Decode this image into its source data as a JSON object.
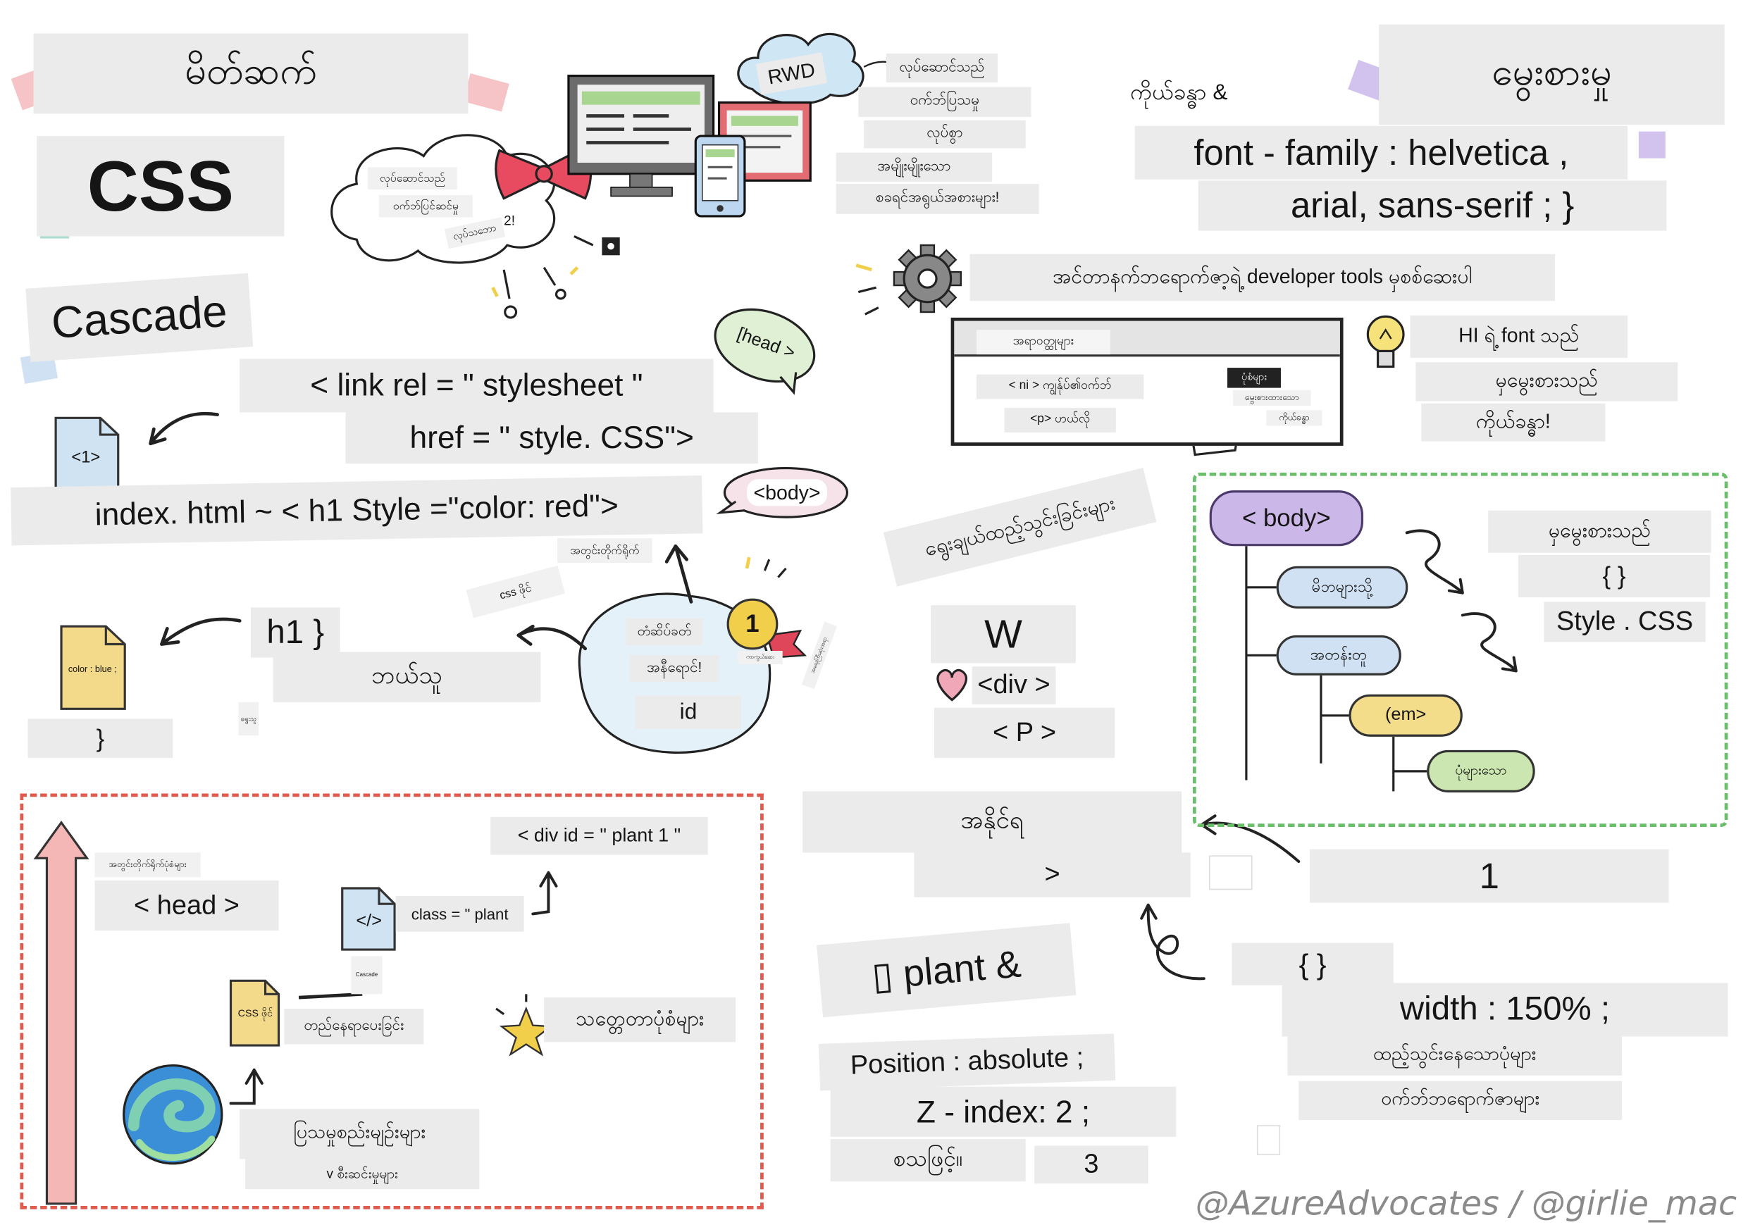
{
  "intro": {
    "title": "မိတ်ဆက်",
    "css": "CSS"
  },
  "rwd": {
    "label": "RWD",
    "cloud_notes": [
      "လုပ်ဆောင်သည်",
      "ဝက်ဘ်ပြင်ဆင်မှု",
      "လုပ်သဘော",
      "2!"
    ],
    "notes": [
      "လုပ်ဆောင်သည်",
      "ဝက်ဘ်ပြသမှု",
      "လုပ်စွာ",
      "အမျိုးမျိုးသော",
      "စခရင်အရွယ်အစားများ!"
    ]
  },
  "cascade": {
    "heading": "Cascade",
    "link_line1": "< link rel = \" stylesheet \"",
    "link_line2": "href = \" style. CSS\">",
    "inline_line": "index. html ~ < h1 Style =\"color: red\">",
    "doc_label": "<1>",
    "head_bubble": "[head >",
    "body_bubble": "<body>",
    "selector": "h1 }",
    "who": "ဘယ်သူ",
    "css_doc_label": "color : blue ;",
    "close_brace": "}",
    "tiny_note": "ရွေးသူ",
    "css_file_tag": "css ဖိုင်",
    "inline_tag": "အတွင်းတိုက်ရိုက်",
    "stamp": "တံဆိပ်ခတ်",
    "red": "အနီရောင်!",
    "id": "id",
    "medal": "1",
    "medal_note": "ကာကွယ်ဆေး",
    "ribbon_note": "အရေးကြီးဆုံးအရာ"
  },
  "inheritance": {
    "body_label": "ကိုယ်ခန္ဓာ &",
    "title": "မွေးစားမှု",
    "font_line1": "font - family : helvetica ,",
    "font_line2": "arial, sans-serif ; }",
    "devtools_tip": "အင်တာနက်ဘရောက်ဇာ့ရဲ့ developer tools မှစစ်ဆေးပါ",
    "devtools": {
      "elements": "အရာဝတ္ထုများ",
      "line1": "< ni > ကျွန်ုပ်၏ဝက်ဘ်",
      "line2": "<p> ဟယ်လို",
      "styles": "ပုံစံများ",
      "inherited": "မွေးစားထားသော",
      "body": "ကိုယ်ခန္ဓာ"
    },
    "note1": "HI ရဲ့ font သည်",
    "note2": "မှမွေးစားသည်",
    "note3": "ကိုယ်ခန္ဓာ!"
  },
  "selectors": {
    "title": "ရွေးချယ်ထည့်သွင်းခြင်းများ",
    "w": "W",
    "div": "<div >",
    "p": "< P >",
    "tree": {
      "body": "< body>",
      "parents": "မိဘများသို့",
      "siblings": "အတန်းတူ",
      "em": "(em>",
      "children": "ပုံများသော"
    },
    "inherits": "မှမွေးစားသည်",
    "braces": "{ }",
    "style_css": "Style . CSS"
  },
  "positioning": {
    "winner": "အနိုင်ရ",
    "gt": ">",
    "one": "1",
    "plant": "▯ plant &",
    "braces": "{ }",
    "width": "width : 150% ;",
    "inserted": "ထည့်သွင်းနေသောပုံများ",
    "browsers": "ဝက်ဘ်ဘရောက်ဇာများ",
    "position": "Position : absolute ;",
    "zindex": "Z - index: 2 ;",
    "etc": "စသဖြင့်။",
    "three": "3"
  },
  "layout_box": {
    "inline_styles": "အတွင်းတိုက်ရိုက်ပုံစံများ",
    "head": "< head >",
    "code_icon": "</>",
    "class": "class = \" plant",
    "div_id": "< div id = \" plant 1 \"",
    "cascade_tiny": "Cascade",
    "css_file": "CSS ဖိုင်",
    "positioning": "တည်နေရာပေးခြင်း",
    "real_styles": "သတ္တေတာပုံစံများ",
    "display_rules": "ပြသမှုစည်းမျဉ်းများ",
    "flow": "v စီးဆင်းမှုများ"
  },
  "credit": "@AzureAdvocates / @girlie_mac",
  "colors": {
    "tape": "#ebebeb",
    "red_dash": "#e05a4e",
    "green_dash": "#6abf6a",
    "purple": "#cbb7e8",
    "blue": "#cfe1f3",
    "yellow": "#f3d98a",
    "green": "#cbe6b0",
    "pink": "#f4b9bc",
    "bow": "#e84a5f"
  }
}
